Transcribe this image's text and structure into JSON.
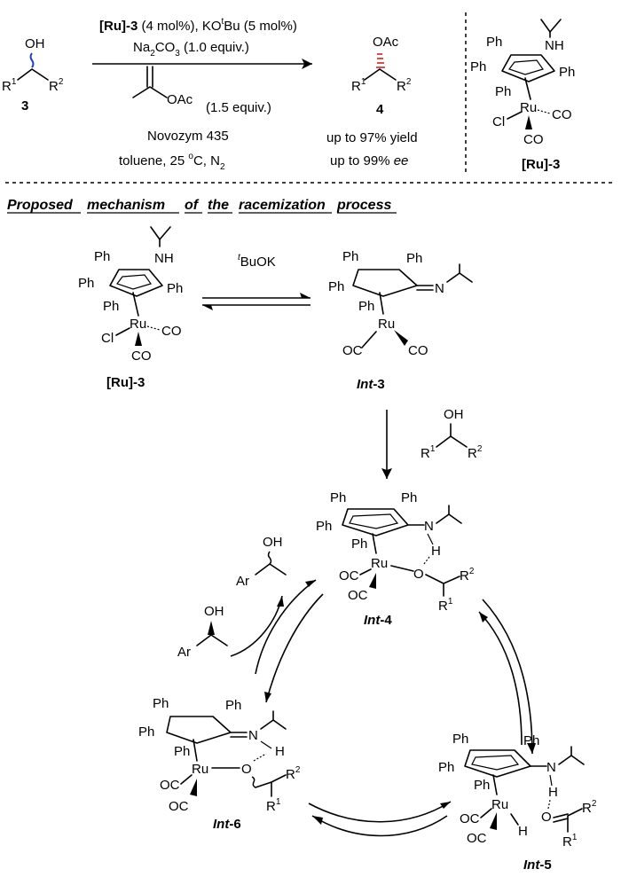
{
  "reaction": {
    "substrate": {
      "label": "3",
      "oh": "OH",
      "r1": "R",
      "r1_sup": "1",
      "r2": "R",
      "r2_sup": "2"
    },
    "conditions": {
      "line1_cat": "[Ru]-3",
      "line1_rest_a": " (4 mol%), KO",
      "line1_sup": "t",
      "line1_rest_b": "Bu (5 mol%)",
      "line2_a": "Na",
      "line2_sub": "2",
      "line2_b": "CO",
      "line2_sub2": "3",
      "line2_c": " (1.0 equiv.)",
      "acyl_oac": "OAc",
      "acyl_equiv": "(1.5 equiv.)",
      "enzyme": "Novozym 435",
      "solvent_a": "toluene, 25 ",
      "solvent_sup": "o",
      "solvent_b": "C, N",
      "solvent_sub": "2"
    },
    "product": {
      "label": "4",
      "oac": "OAc",
      "r1": "R",
      "r1_sup": "1",
      "r2": "R",
      "r2_sup": "2",
      "yield": "up to 97% yield",
      "ee_a": "up to 99% ",
      "ee_b": "ee"
    }
  },
  "catalyst_box": {
    "ph": "Ph",
    "nh": "NH",
    "ru": "Ru",
    "cl": "Cl",
    "co": "CO",
    "label": "[Ru]-3"
  },
  "mechanism": {
    "title_words": [
      "Proposed",
      "mechanism",
      "of",
      "the",
      "racemization",
      "process"
    ],
    "base_reagent_sup": "t",
    "base_reagent": "BuOK",
    "ru3_label": "[Ru]-3",
    "int3_label_a": "Int",
    "int3_label_b": "-3",
    "int4_label_a": "Int",
    "int4_label_b": "-4",
    "int5_label_a": "Int",
    "int5_label_b": "-5",
    "int6_label_a": "Int",
    "int6_label_b": "-6",
    "ph": "Ph",
    "nh": "NH",
    "n": "N",
    "h": "H",
    "o": "O",
    "oh": "OH",
    "ar": "Ar",
    "ru": "Ru",
    "cl": "Cl",
    "co": "CO",
    "oc": "OC",
    "r": "R",
    "sup1": "1",
    "sup2": "2"
  },
  "colors": {
    "wavy_bond": "#1f3fbf",
    "hash_bond": "#d62020"
  }
}
